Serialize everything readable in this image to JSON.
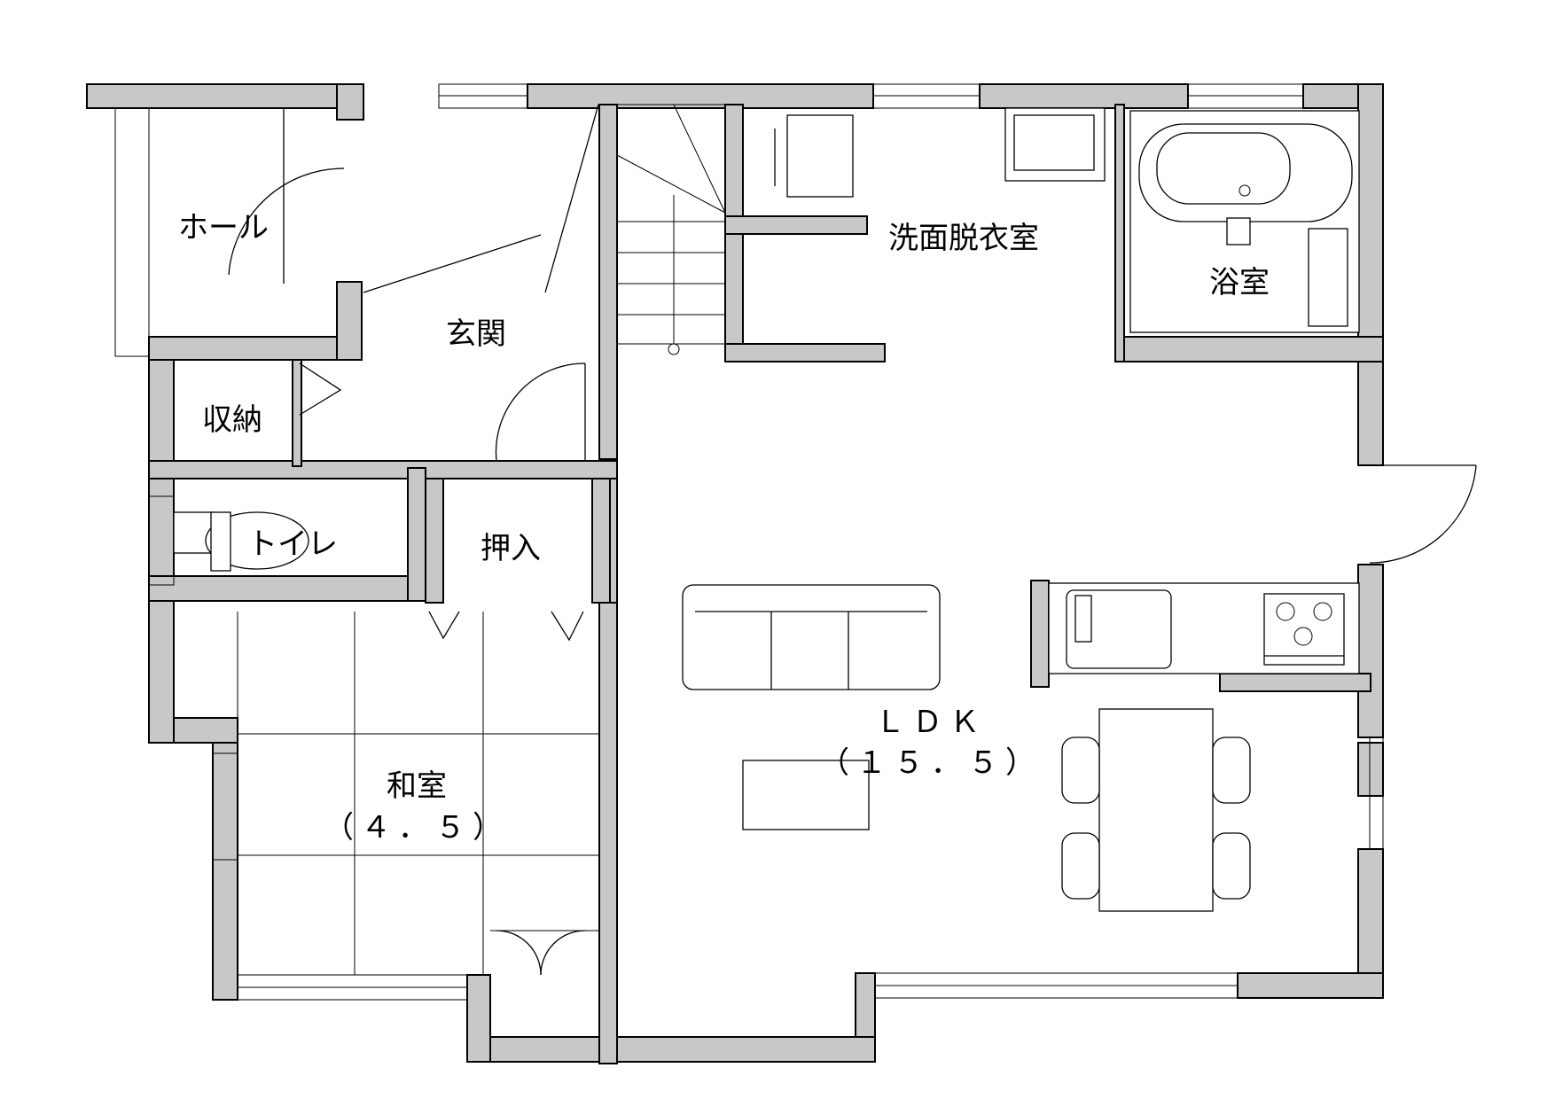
{
  "floor_plan": {
    "rooms": {
      "hall": {
        "label": "ホール"
      },
      "entrance": {
        "label": "玄関"
      },
      "storage": {
        "label": "収納"
      },
      "toilet": {
        "label": "トイレ"
      },
      "closet": {
        "label": "押入"
      },
      "washroom": {
        "label": "洗面脱衣室"
      },
      "bathroom": {
        "label": "浴室"
      },
      "ldk": {
        "label": "ＬＤＫ",
        "area": "（１５．５）"
      },
      "washitsu": {
        "label": "和室",
        "area": "（４．５）"
      }
    },
    "colors": {
      "wall_fill": "#c8c8c8",
      "line": "#000000",
      "background": "#ffffff"
    }
  }
}
